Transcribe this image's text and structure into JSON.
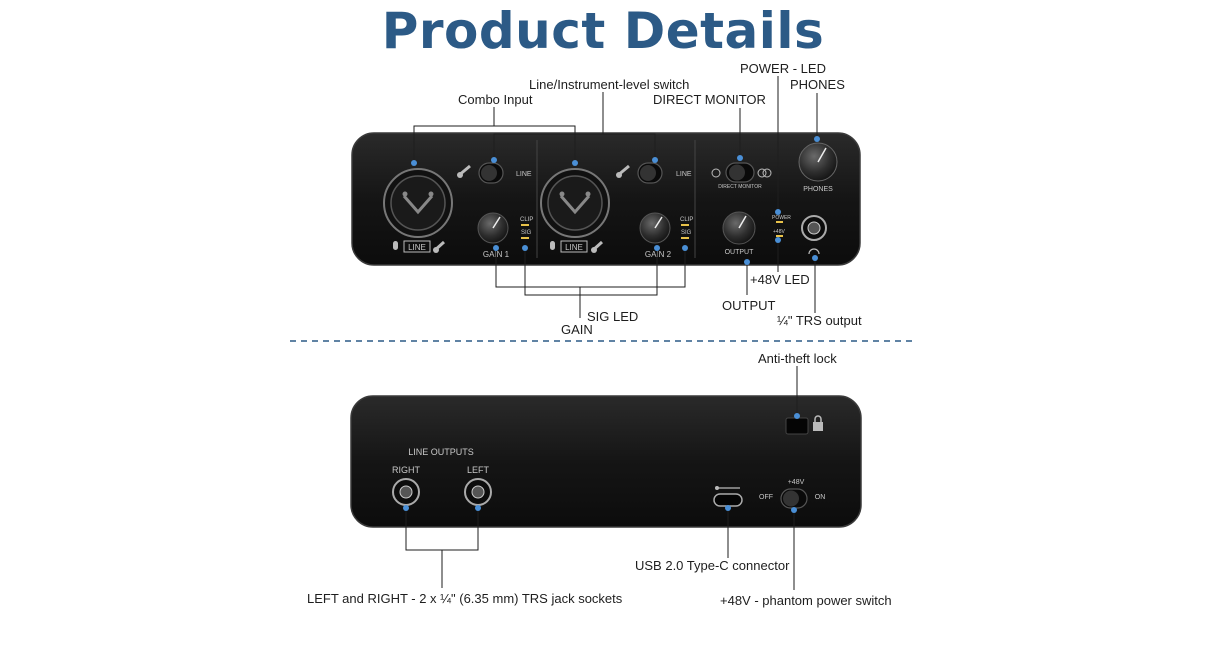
{
  "title": "Product Details",
  "colors": {
    "title": "#2c5a86",
    "device": "#141414",
    "callout": "#4a8fd6",
    "leds": "#e8c24a"
  },
  "front_panel": {
    "device_text": {
      "line_1": "LINE",
      "line_2": "LINE",
      "gain_1": "GAIN 1",
      "gain_2": "GAIN 2",
      "clip": "CLIP",
      "sig": "SIG",
      "direct_monitor": "DIRECT MONITOR",
      "output": "OUTPUT",
      "power": "POWER",
      "v48": "+48V",
      "phones": "PHONES"
    },
    "callouts": {
      "combo_input": "Combo Input",
      "line_instrument_switch": "Line/Instrument-level switch",
      "direct_monitor": "DIRECT MONITOR",
      "power_led": "POWER - LED",
      "phones": "PHONES",
      "v48_led": "+48V LED",
      "output": "OUTPUT",
      "trs_output": "¼\" TRS output",
      "sig_led": "SIG LED",
      "gain": "GAIN"
    }
  },
  "rear_panel": {
    "device_text": {
      "line_outputs": "LINE OUTPUTS",
      "right": "RIGHT",
      "left": "LEFT",
      "v48": "+48V",
      "off": "OFF",
      "on": "ON"
    },
    "callouts": {
      "anti_theft": "Anti-theft lock",
      "usb": "USB 2.0 Type-C connector",
      "trs_sockets": "LEFT and RIGHT - 2 x ¼\" (6.35 mm) TRS jack sockets",
      "phantom_switch": "+48V - phantom power switch"
    }
  }
}
